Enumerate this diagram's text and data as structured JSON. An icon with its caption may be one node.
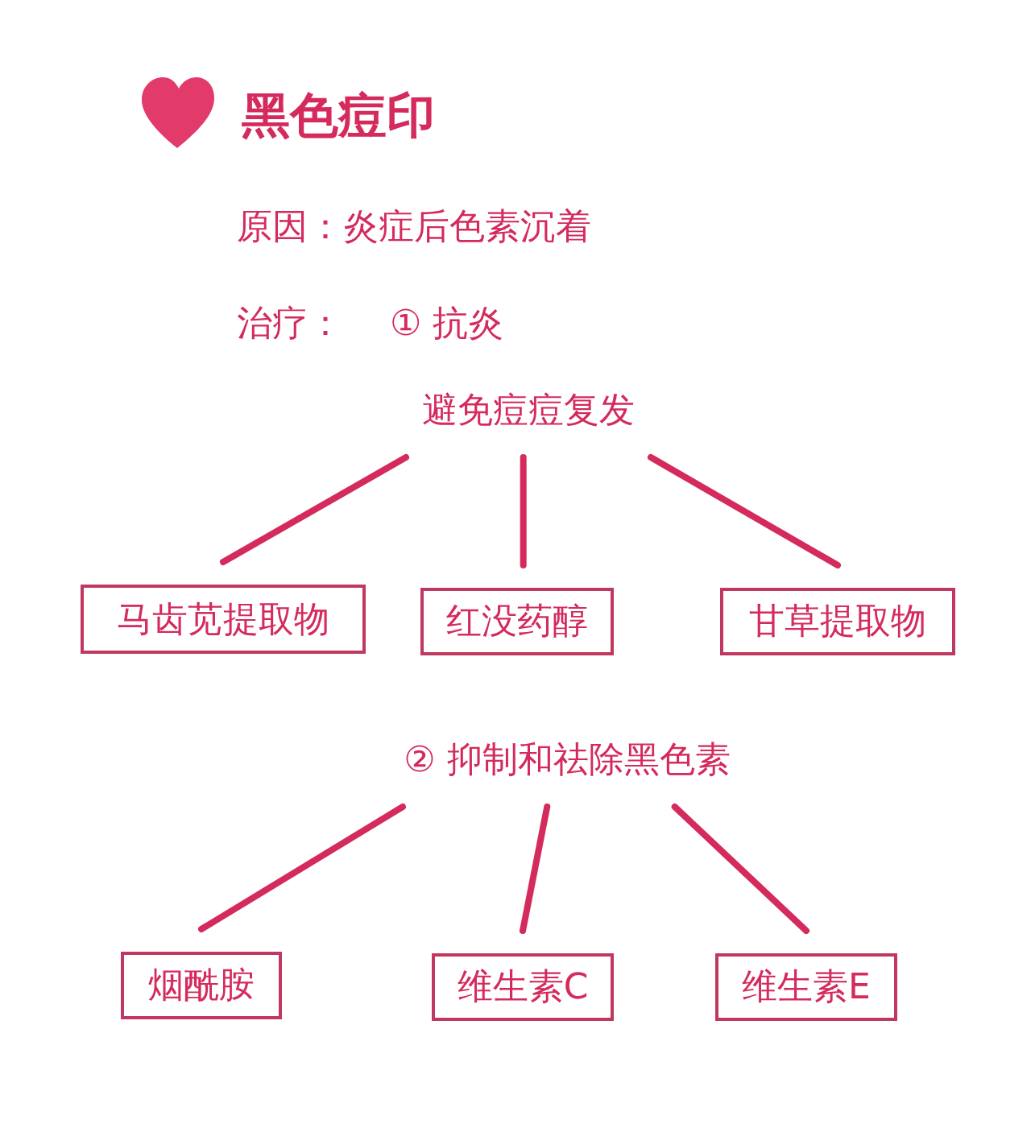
{
  "diagram": {
    "title": "黑色痘印",
    "nodes": [
      {
        "text": [
          "避免痘痘复发"
        ]
      },
      {
        "text": [
          "马齿苋提取物"
        ]
      },
      {
        "text": [
          "红没药醇"
        ]
      },
      {
        "text": [
          "甘草提取物"
        ]
      },
      {
        "text": [
          "② 抑制和祛除黑色素"
        ]
      },
      {
        "text": [
          "烟酰胺"
        ]
      },
      {
        "text": [
          "维生素C"
        ]
      },
      {
        "text": [
          "维生素E"
        ]
      }
    ],
    "edges": [
      {
        "from": 0,
        "to": 1,
        "arrow": "none"
      },
      {
        "from": 0,
        "to": 2,
        "arrow": "none"
      },
      {
        "from": 0,
        "to": 3,
        "arrow": "none"
      },
      {
        "from": 4,
        "to": 5,
        "arrow": "none"
      },
      {
        "from": 4,
        "to": 6,
        "arrow": "none"
      },
      {
        "from": 4,
        "to": 7,
        "arrow": "none"
      }
    ],
    "labels": [
      "原因：炎症后色素沉着",
      "治疗：",
      "① 抗炎"
    ]
  }
}
